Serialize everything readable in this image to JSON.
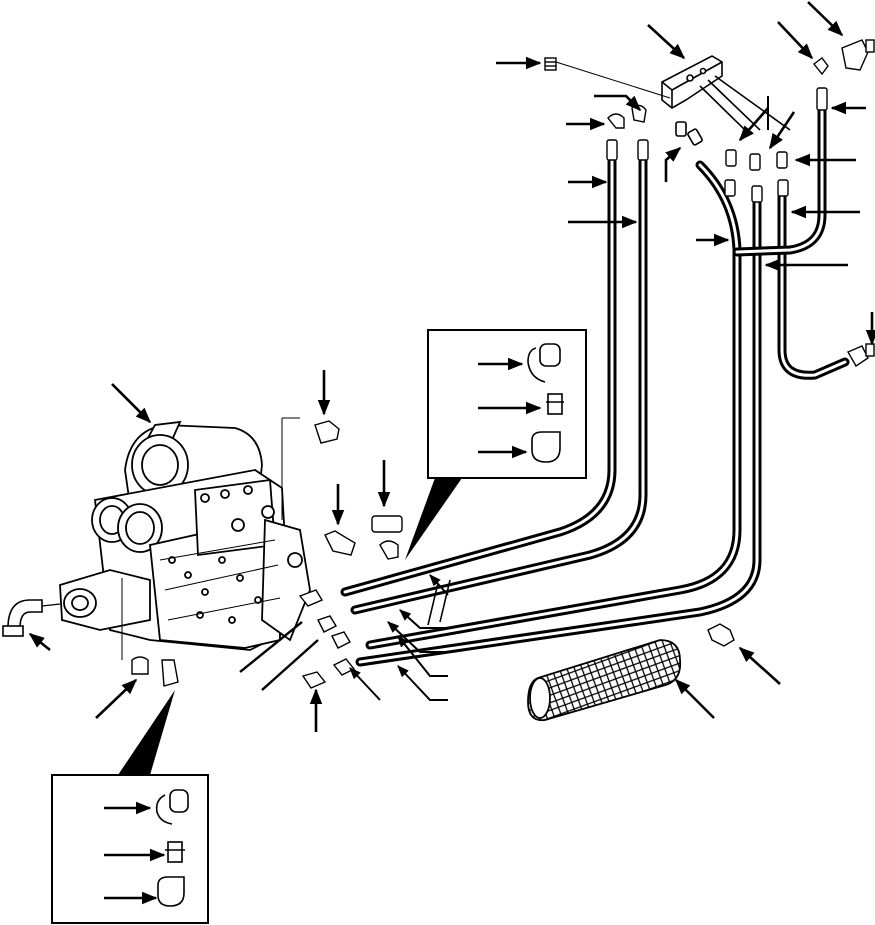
{
  "diagram": {
    "type": "exploded parts illustration",
    "colors": {
      "ink": "#000000",
      "paper": "#ffffff"
    },
    "components": [
      "valve-assembly",
      "hydraulic-hose",
      "manifold-block",
      "fitting",
      "elbow-fitting",
      "dust-cap",
      "protective-sleeve"
    ],
    "insets": [
      {
        "name": "cap-fitting-detail-upper",
        "parts": [
          "dust-cap",
          "adapter-fitting",
          "elbow-fitting"
        ]
      },
      {
        "name": "cap-fitting-detail-lower",
        "parts": [
          "dust-cap",
          "adapter-fitting",
          "elbow-fitting"
        ]
      }
    ],
    "callout_arrow_count": 31
  }
}
